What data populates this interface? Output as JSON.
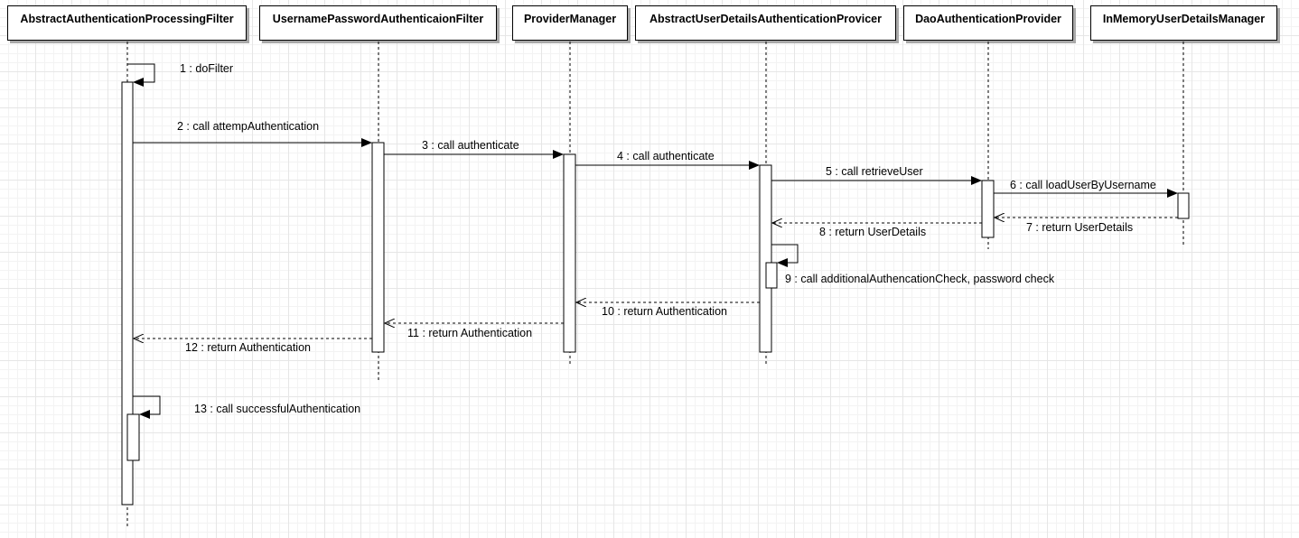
{
  "participants": [
    {
      "id": "p0",
      "name": "AbstractAuthenticationProcessingFilter"
    },
    {
      "id": "p1",
      "name": "UsernamePasswordAuthenticaionFilter"
    },
    {
      "id": "p2",
      "name": "ProviderManager"
    },
    {
      "id": "p3",
      "name": "AbstractUserDetailsAuthenticationProvicer"
    },
    {
      "id": "p4",
      "name": "DaoAuthenticationProvider"
    },
    {
      "id": "p5",
      "name": "InMemoryUserDetailsManager"
    }
  ],
  "messages": [
    {
      "label": "1 : doFilter",
      "from": "p0",
      "to": "p0",
      "kind": "self-call"
    },
    {
      "label": "2 : call attempAuthentication",
      "from": "p0",
      "to": "p1",
      "kind": "call"
    },
    {
      "label": "3 : call authenticate",
      "from": "p1",
      "to": "p2",
      "kind": "call"
    },
    {
      "label": "4 : call authenticate",
      "from": "p2",
      "to": "p3",
      "kind": "call"
    },
    {
      "label": "5 : call retrieveUser",
      "from": "p3",
      "to": "p4",
      "kind": "call"
    },
    {
      "label": "6 : call loadUserByUsername",
      "from": "p4",
      "to": "p5",
      "kind": "call"
    },
    {
      "label": "7 : return UserDetails",
      "from": "p5",
      "to": "p4",
      "kind": "return"
    },
    {
      "label": "8 : return UserDetails",
      "from": "p4",
      "to": "p3",
      "kind": "return"
    },
    {
      "label": "9 : call additionalAuthencationCheck, password check",
      "from": "p3",
      "to": "p3",
      "kind": "self-call"
    },
    {
      "label": "10 : return Authentication",
      "from": "p3",
      "to": "p2",
      "kind": "return"
    },
    {
      "label": "11 : return Authentication",
      "from": "p2",
      "to": "p1",
      "kind": "return"
    },
    {
      "label": "12 : return Authentication",
      "from": "p1",
      "to": "p0",
      "kind": "return"
    },
    {
      "label": "13 : call successfulAuthentication",
      "from": "p0",
      "to": "p0",
      "kind": "self-call"
    }
  ]
}
